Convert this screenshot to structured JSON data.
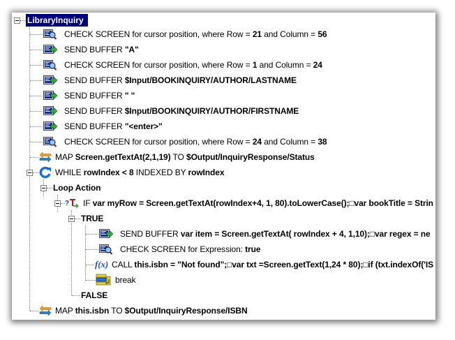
{
  "tree": {
    "root": {
      "label": "LibraryInquiry",
      "selected": true,
      "expanded": true
    },
    "nodes": [
      {
        "type": "check-screen",
        "icon": "check-screen-icon",
        "prefix": "CHECK SCREEN for cursor position, where Row = ",
        "v1": "21",
        "mid": " and Column = ",
        "v2": "56"
      },
      {
        "type": "send-buffer",
        "icon": "send-buffer-icon",
        "prefix": "SEND BUFFER ",
        "value": "\"A\""
      },
      {
        "type": "check-screen",
        "icon": "check-screen-icon",
        "prefix": "CHECK SCREEN for cursor position, where Row = ",
        "v1": "1",
        "mid": " and Column = ",
        "v2": "24"
      },
      {
        "type": "send-buffer",
        "icon": "send-buffer-icon",
        "prefix": "SEND BUFFER ",
        "value": "$Input/BOOKINQUIRY/AUTHOR/LASTNAME"
      },
      {
        "type": "send-buffer",
        "icon": "send-buffer-icon",
        "prefix": "SEND BUFFER ",
        "value": "\" \""
      },
      {
        "type": "send-buffer",
        "icon": "send-buffer-icon",
        "prefix": "SEND BUFFER ",
        "value": "$Input/BOOKINQUIRY/AUTHOR/FIRSTNAME"
      },
      {
        "type": "send-buffer",
        "icon": "send-buffer-icon",
        "prefix": "SEND BUFFER ",
        "value": "\"<enter>\""
      },
      {
        "type": "check-screen",
        "icon": "check-screen-icon",
        "prefix": "CHECK SCREEN for cursor position, where Row = ",
        "v1": "24",
        "mid": " and Column = ",
        "v2": "38"
      },
      {
        "type": "map",
        "icon": "map-icon",
        "prefix": "MAP ",
        "source": "Screen.getTextAt(2,1,19)",
        "mid": " TO ",
        "target": "$Output/InquiryResponse/Status"
      },
      {
        "type": "while",
        "icon": "loop-icon",
        "prefix": "WHILE ",
        "cond": "rowIndex < 8",
        "mid": " INDEXED BY ",
        "index": "rowIndex",
        "expanded": true,
        "children": {
          "loop_action": {
            "label": "Loop Action",
            "expanded": true
          },
          "if": {
            "prefix": "IF ",
            "expr": "var myRow = Screen.getTextAt(rowIndex+4, 1, 80).toLowerCase();□var bookTitle = Strin",
            "expanded": true
          },
          "true_branch": {
            "label": "TRUE",
            "expanded": true,
            "items": [
              {
                "type": "send-buffer",
                "prefix": "SEND BUFFER ",
                "value": "var item = Screen.getTextAt( rowIndex + 4, 1,10);□var regex = ne"
              },
              {
                "type": "check-screen",
                "prefix": "CHECK SCREEN for Expression: ",
                "value": "true"
              },
              {
                "type": "call",
                "prefix": "CALL ",
                "value": "this.isbn = \"Not found\";□var txt =Screen.getText(1,24 * 80);□if (txt.indexOf('IS"
              },
              {
                "type": "break",
                "label": "break"
              }
            ]
          },
          "false_branch": {
            "label": "FALSE"
          }
        }
      },
      {
        "type": "map",
        "icon": "map-icon",
        "prefix": "MAP ",
        "source": "this.isbn",
        "mid": " TO ",
        "target": "$Output/InquiryResponse/ISBN"
      }
    ]
  },
  "colors": {
    "selection_bg": "#000080",
    "selection_fg": "#ffffff",
    "tree_lines": "#808080"
  }
}
